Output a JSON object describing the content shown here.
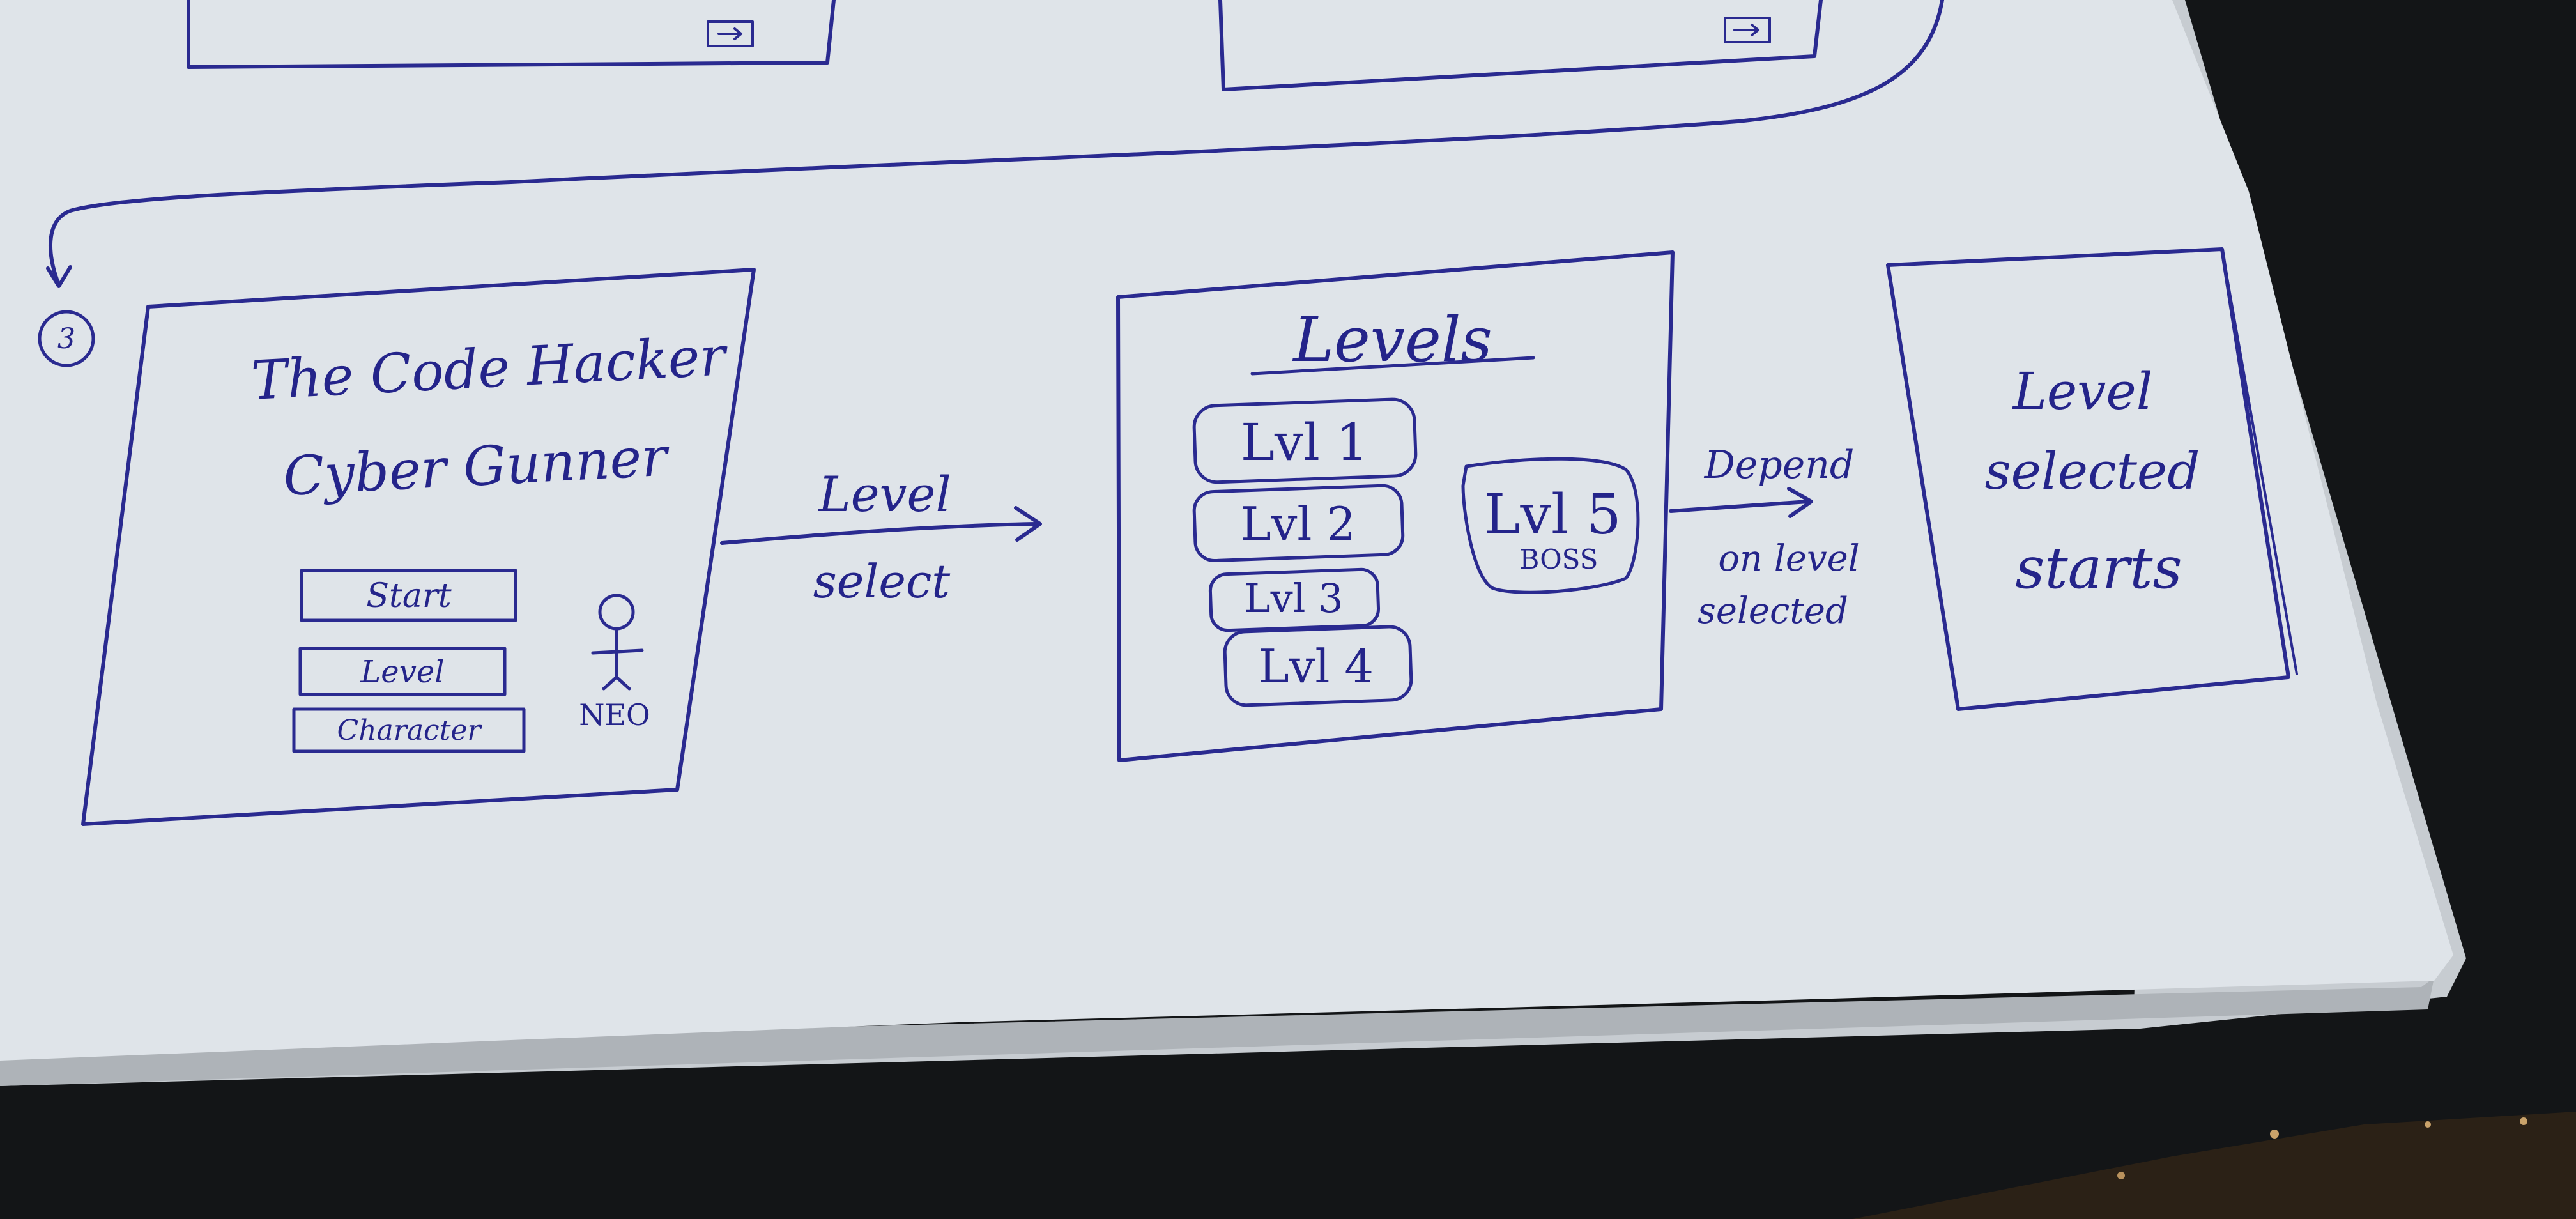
{
  "colors": {
    "paper": "#dfe4e9",
    "paper_shadow": "#b9bfc5",
    "ink": "#24248a",
    "table": "#131517"
  },
  "step_marker": "3",
  "screen_main_menu": {
    "title_line1": "The Code Hacker",
    "title_line2": "Cyber Gunner",
    "buttons": [
      "Start",
      "Level",
      "Character"
    ],
    "character_label": "NEO"
  },
  "arrow_level_select": {
    "label_line1": "Level",
    "label_line2": "select"
  },
  "screen_levels": {
    "title": "Levels",
    "level_buttons": [
      "Lvl 1",
      "Lvl 2",
      "Lvl 3",
      "Lvl 4"
    ],
    "boss_button": {
      "label": "Lvl 5",
      "sublabel": "BOSS"
    }
  },
  "arrow_depend": {
    "label_line1": "Depend",
    "label_line2": "on level",
    "label_line3": "selected"
  },
  "screen_level_start": {
    "line1": "Level",
    "line2": "selected",
    "line3": "starts"
  }
}
